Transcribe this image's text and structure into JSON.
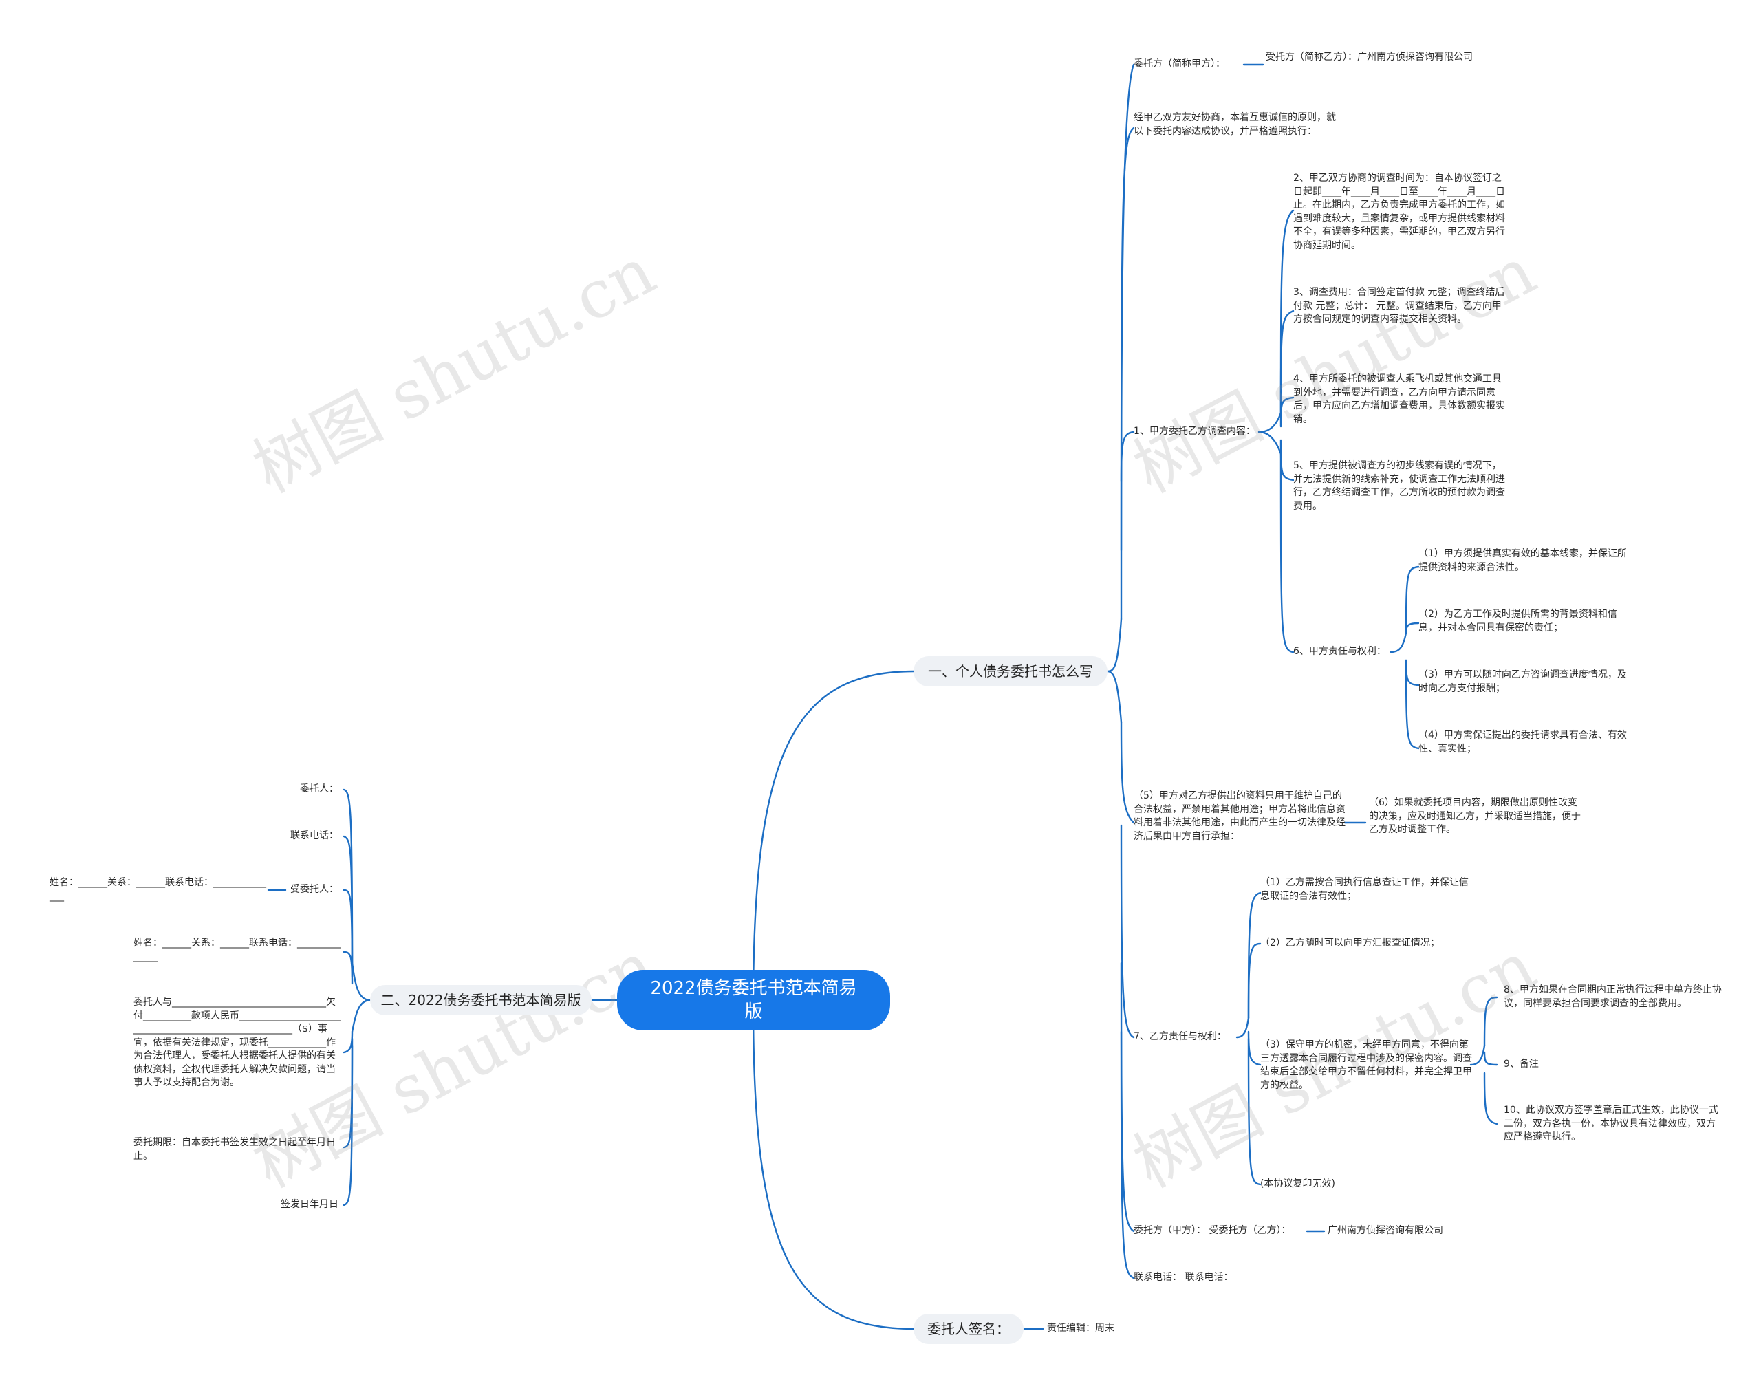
{
  "root": {
    "label": "2022债务委托书范本简易版"
  },
  "branch1": {
    "label": "一、个人债务委托书怎么写",
    "client_a": "委托方（简称甲方）：",
    "client_b": "受托方（简称乙方）：广州南方侦探咨询有限公司",
    "intro": "经甲乙双方友好协商，本着互惠诚信的原则，就以下委托内容达成协议，并严格遵照执行：",
    "content_label": "1、甲方委托乙方调查内容：",
    "items": [
      "2、甲乙双方协商的调查时间为：自本协议签订之日起即____年____月____日至____年____月____日止。在此期内，乙方负责完成甲方委托的工作，如遇到难度较大，且案情复杂，或甲方提供线索材料不全，有误等多种因素，需延期的，甲乙双方另行协商延期时间。",
      "3、调查费用：合同签定首付款 元整；调查终结后付款 元整；总计： 元整。调查结束后，乙方向甲方按合同规定的调查内容提交相关资料。",
      "4、甲方所委托的被调查人乘飞机或其他交通工具到外地，并需要进行调查，乙方向甲方请示同意后，甲方应向乙方增加调查费用，具体数额实报实销。",
      "5、甲方提供被调查方的初步线索有误的情况下，并无法提供新的线索补充，使调查工作无法顺利进行，乙方终结调查工作，乙方所收的预付款为调查费用。"
    ],
    "duty_a_label": "6、甲方责任与权利：",
    "duty_a": [
      "（1）甲方须提供真实有效的基本线索，并保证所提供资料的来源合法性。",
      "（2）为乙方工作及时提供所需的背景资料和信息，并对本合同具有保密的责任；",
      "（3）甲方可以随时向乙方咨询调查进度情况，及时向乙方支付报酬；",
      "（4）甲方需保证提出的委托请求具有合法、有效性、真实性；"
    ],
    "item5": "（5）甲方对乙方提供出的资料只用于维护自己的合法权益，严禁用着其他用途；甲方若将此信息资料用着非法其他用途，由此而产生的一切法律及经济后果由甲方自行承担：",
    "item6": "（6）如果就委托项目内容，期限做出原则性改变的决策，应及时通知乙方，并采取适当措施，便于乙方及时调整工作。",
    "duty_b_label": "7、乙方责任与权利：",
    "duty_b": [
      "（1）乙方需按合同执行信息查证工作，并保证信息取证的合法有效性；",
      "（2）乙方随时可以向甲方汇报查证情况；",
      "（3）保守甲方的机密，未经甲方同意，不得向第三方透露本合同履行过程中涉及的保密内容。调查结束后全部交给甲方不留任何材料，并完全捍卫甲方的权益。",
      "(本协议复印无效)"
    ],
    "clauses": [
      "8、甲方如果在合同期内正常执行过程中单方终止协议，同样要承担合同要求调查的全部费用。",
      "9、备注",
      "10、此协议双方签字盖章后正式生效，此协议一式二份，双方各执一份，本协议具有法律效应，双方应严格遵守执行。"
    ],
    "sign": "委托方（甲方）： 受委托方（乙方）：",
    "sign_company": "广州南方侦探咨询有限公司",
    "phones": "联系电话： 联系电话："
  },
  "branch2": {
    "label": "二、2022债务委托书范本简易版",
    "items": [
      "委托人：",
      "联系电话：",
      "受委托人：",
      "姓名：______关系：______联系电话：______________",
      "委托人与________________________________欠付__________款项人民币______________________________________________________（$）事宜，依据有关法律规定，现委托____________作为合法代理人，受委托人根据委托人提供的有关债权资料，全权代理委托人解决欠款问题，请当事人予以支持配合为谢。",
      "委托期限：自本委托书签发生效之日起至年月日止。",
      "签发日年月日"
    ],
    "trustee_detail": "姓名：______关系：______联系电话：______________"
  },
  "branch3": {
    "label": "委托人签名：",
    "editor": "责任编辑：周末"
  },
  "watermark": "树图 shutu.cn"
}
